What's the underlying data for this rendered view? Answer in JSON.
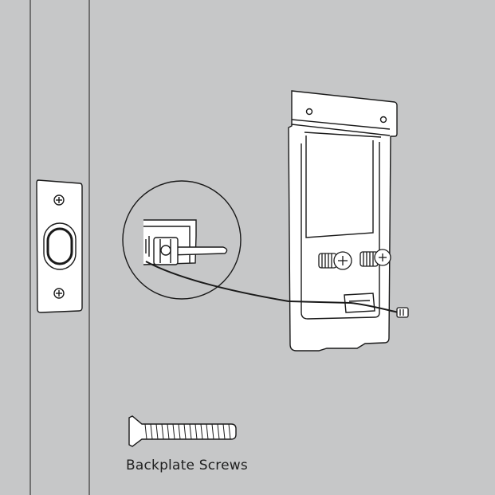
{
  "diagram": {
    "caption": "Backplate Screws",
    "colors": {
      "background": "#c6c7c8",
      "line": "#1a1a1a",
      "part_fill": "#ffffff",
      "door_gap": "#c2c3c4"
    },
    "parts": [
      "door-edge",
      "strike-plate",
      "latch-detail-zoom",
      "backplate",
      "backplate-screw",
      "cable-connector"
    ]
  }
}
